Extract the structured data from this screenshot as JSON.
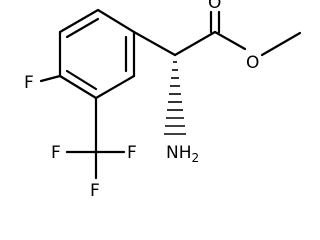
{
  "molecule": {
    "atoms": {
      "F_ring": "F",
      "O_carbonyl": "O",
      "O_ester": "O",
      "NH2_main": "NH",
      "NH2_sub": "2",
      "F_cf3_left": "F",
      "F_cf3_right": "F",
      "F_cf3_bottom": "F"
    }
  }
}
